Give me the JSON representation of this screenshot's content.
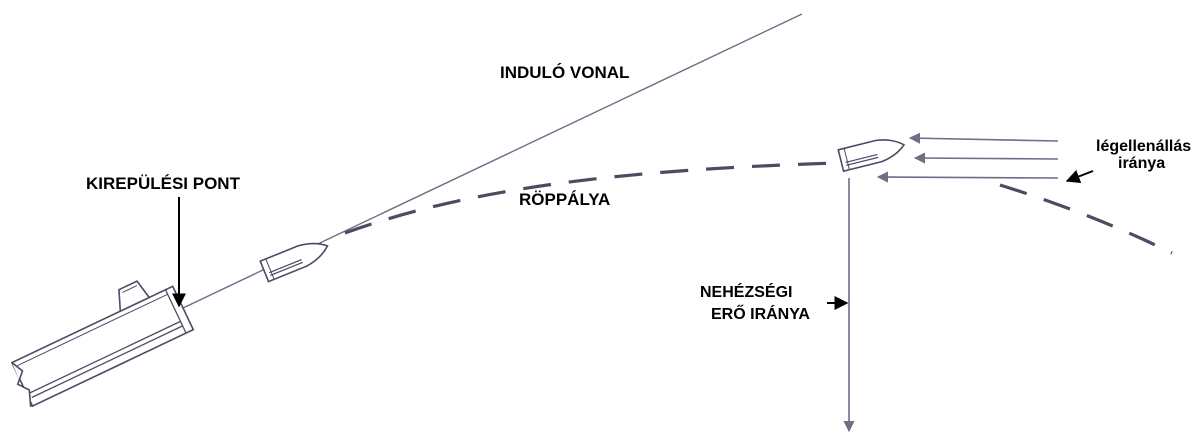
{
  "labels": {
    "starting_line": "INDULÓ VONAL",
    "launch_point": "KIREPÜLÉSI PONT",
    "trajectory": "RÖPPÁLYA",
    "air_resistance_line1": "légellenállás",
    "air_resistance_line2": "iránya",
    "gravity_line1": "NEHÉZSÉGI",
    "gravity_line2": "ERŐ IRÁNYA"
  },
  "colors": {
    "line": "#6e6e86",
    "dash": "#4b4b63",
    "arrow": "#000000",
    "text": "#000000"
  },
  "icons": {
    "barrel": "cannon-barrel-icon",
    "projectile_start": "projectile-icon",
    "projectile_apex": "projectile-icon"
  }
}
